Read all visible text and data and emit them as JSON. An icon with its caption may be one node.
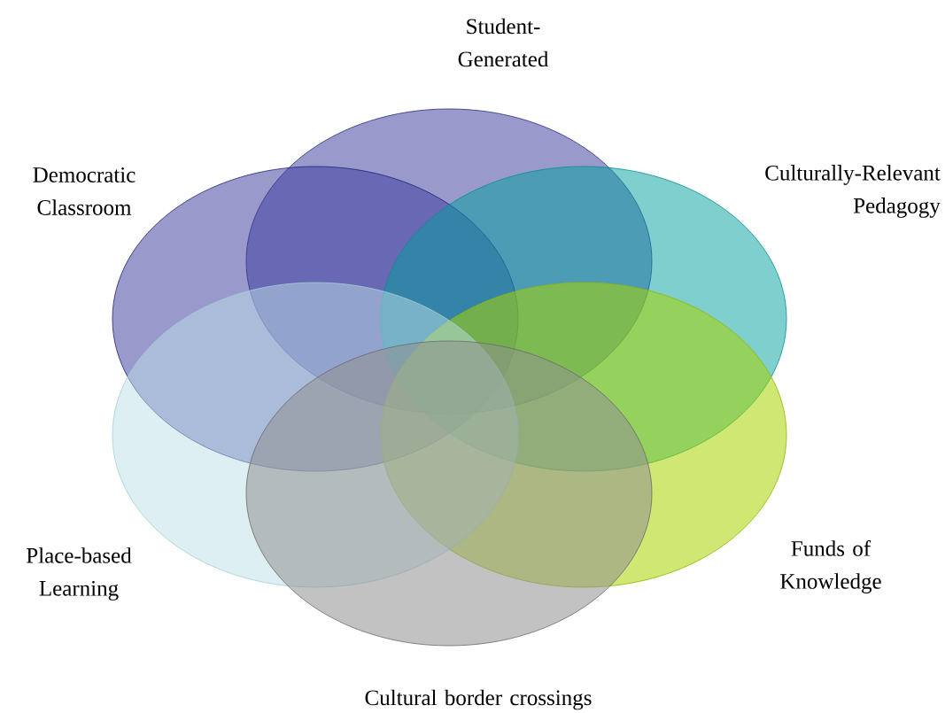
{
  "diagram": {
    "nodes": [
      {
        "text": [
          "Student-Generated"
        ]
      },
      {
        "text": [
          "Democratic Classroom"
        ]
      },
      {
        "text": [
          "Culturally-Relevant Pedagogy"
        ]
      },
      {
        "text": [
          "Place-based Learning"
        ]
      },
      {
        "text": [
          "Funds of Knowledge"
        ]
      },
      {
        "text": [
          "Cultural border crossings"
        ]
      }
    ]
  }
}
